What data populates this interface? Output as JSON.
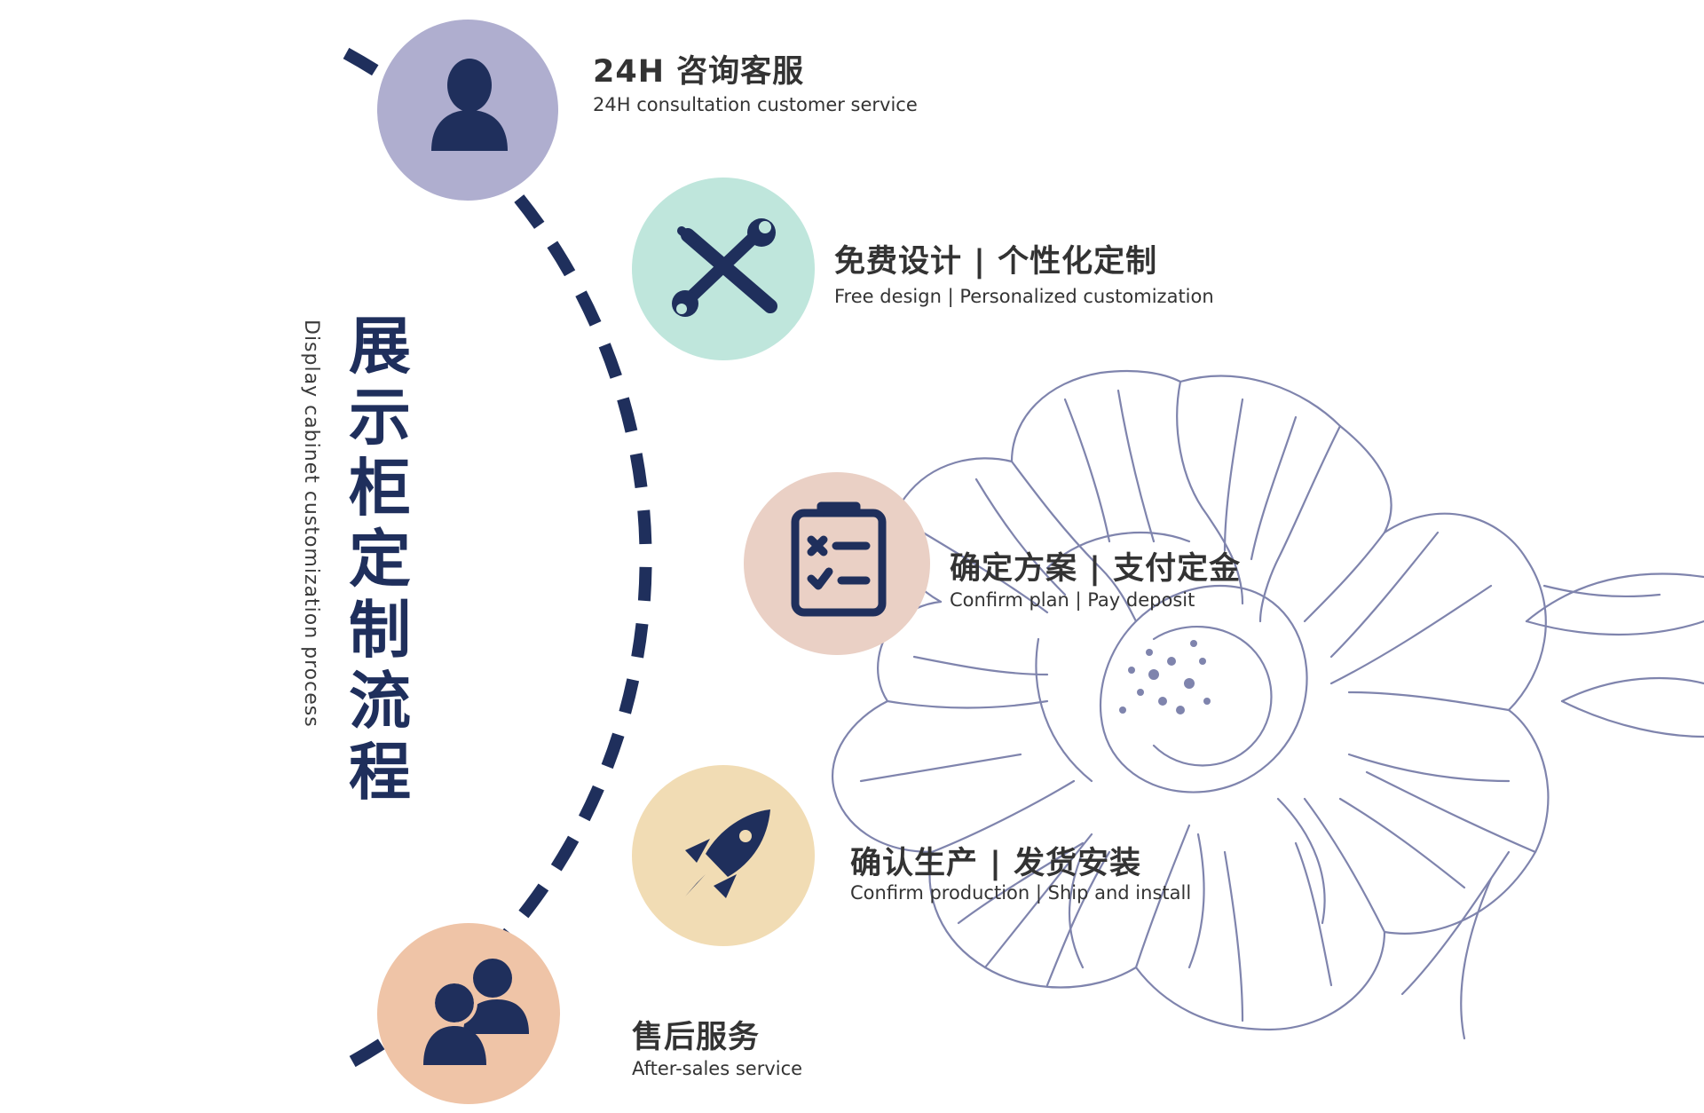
{
  "title": {
    "cn": "展示柜定制流程",
    "en": "Display cabinet customization process"
  },
  "colors": {
    "navy": "#1f2f5c",
    "text": "#333333",
    "flower_line": "#7f84ad"
  },
  "steps": [
    {
      "icon": "user-icon",
      "color": "#afaecf",
      "title": "24H 咨询客服",
      "subtitle": "24H consultation customer service"
    },
    {
      "icon": "tools-icon",
      "color": "#bfe6dc",
      "title": "免费设计 | 个性化定制",
      "subtitle": "Free design | Personalized customization"
    },
    {
      "icon": "checklist-icon",
      "color": "#ead0c5",
      "title": "确定方案 | 支付定金",
      "subtitle": "Confirm plan | Pay deposit"
    },
    {
      "icon": "rocket-icon",
      "color": "#f1dcb4",
      "title": "确认生产 | 发货安装",
      "subtitle": "Confirm production | Ship and install"
    },
    {
      "icon": "users-icon",
      "color": "#efc4a7",
      "title": "售后服务",
      "subtitle": "After-sales service"
    }
  ]
}
